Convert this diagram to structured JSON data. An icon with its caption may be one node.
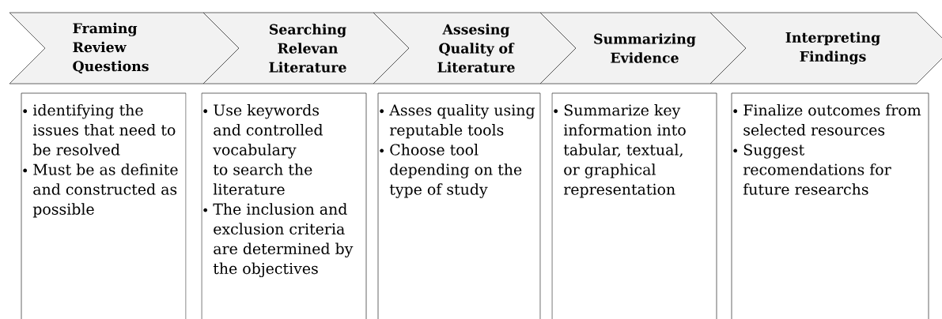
{
  "diagram": {
    "nodes": [
      {
        "text": [
          "Framing Review Questions"
        ]
      },
      {
        "text": [
          "Searching Relevan Literature"
        ]
      },
      {
        "text": [
          "Assesing Quality of Literature"
        ]
      },
      {
        "text": [
          "Summarizing Evidence"
        ]
      },
      {
        "text": [
          "Interpreting Findings"
        ]
      },
      {
        "text": [
          "identifying the issues that need to be resolved",
          "Must be as definite and constructed as possible"
        ]
      },
      {
        "text": [
          "Use keywords and controlled vocabulary to search the literature",
          "The inclusion and exclusion criteria are determined by the objectives"
        ]
      },
      {
        "text": [
          "Asses quality using reputable tools",
          "Choose tool depending on the type of study"
        ]
      },
      {
        "text": [
          "Summarize key information into tabular, textual, or graphical representation"
        ]
      },
      {
        "text": [
          "Finalize outcomes from selected resources",
          "Suggest recomendations for future researchs"
        ]
      }
    ],
    "edges": []
  }
}
